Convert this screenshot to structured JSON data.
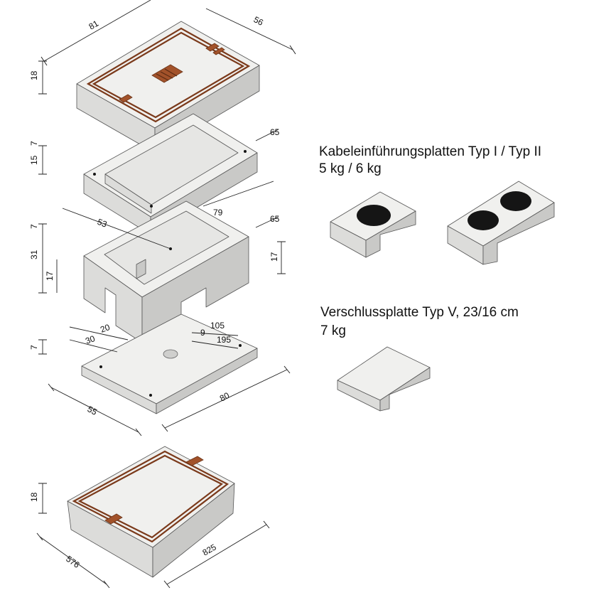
{
  "captions": {
    "cable_plates_title": "Kabeleinführungsplatten Typ I / Typ II",
    "cable_plates_weight": "5 kg / 6 kg",
    "closure_plate_title": "Verschlussplatte Typ V, 23/16 cm",
    "closure_plate_weight": "7 kg"
  },
  "dimensions": {
    "cover_length": "81",
    "cover_width": "56",
    "cover_height": "18",
    "frame_height": "15",
    "frame_top": "7",
    "frame_wall": "65",
    "frame_inner": "53",
    "frame_outer": "79",
    "body_top": "7",
    "body_height": "31",
    "body_opening": "17",
    "body_opening_right": "17",
    "body_wall": "65",
    "opening_a": "20",
    "opening_b": "30",
    "opening_c": "9",
    "opening_d": "105",
    "opening_e": "195",
    "base_height": "7",
    "base_width": "55",
    "base_length": "80",
    "alt_cover_height": "18",
    "alt_cover_width": "576",
    "alt_cover_length": "825"
  }
}
